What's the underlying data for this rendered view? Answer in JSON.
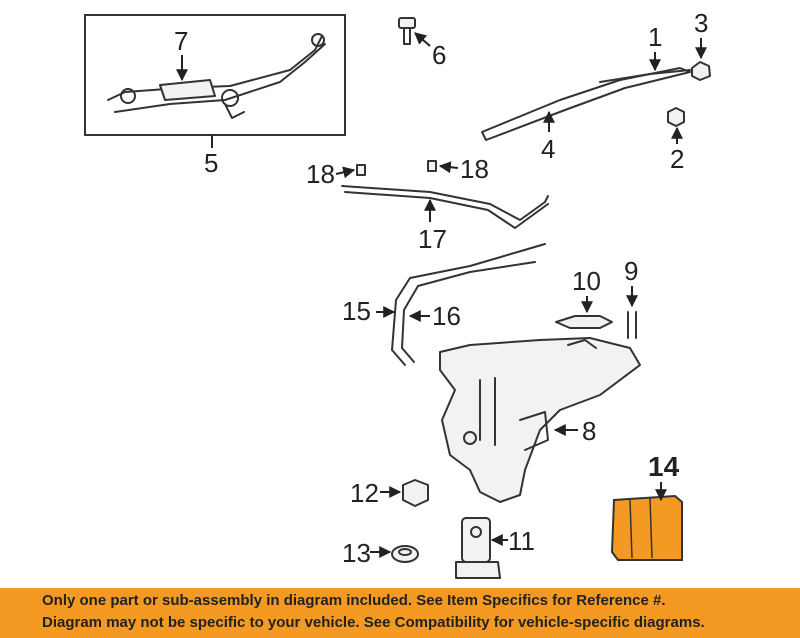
{
  "callouts": {
    "c1": "1",
    "c2": "2",
    "c3": "3",
    "c4": "4",
    "c5": "5",
    "c6": "6",
    "c7": "7",
    "c8": "8",
    "c9": "9",
    "c10": "10",
    "c11": "11",
    "c12": "12",
    "c13": "13",
    "c14": "14",
    "c15": "15",
    "c16": "16",
    "c17": "17",
    "c18a": "18",
    "c18b": "18"
  },
  "colors": {
    "highlight": "#f49a23",
    "line": "#333333"
  },
  "disclaimer": {
    "line1": "Only one part or sub-assembly in diagram included. See Item Specifics for Reference #.",
    "line2": "Diagram may not be specific to your vehicle. See Compatibility for vehicle-specific diagrams."
  }
}
